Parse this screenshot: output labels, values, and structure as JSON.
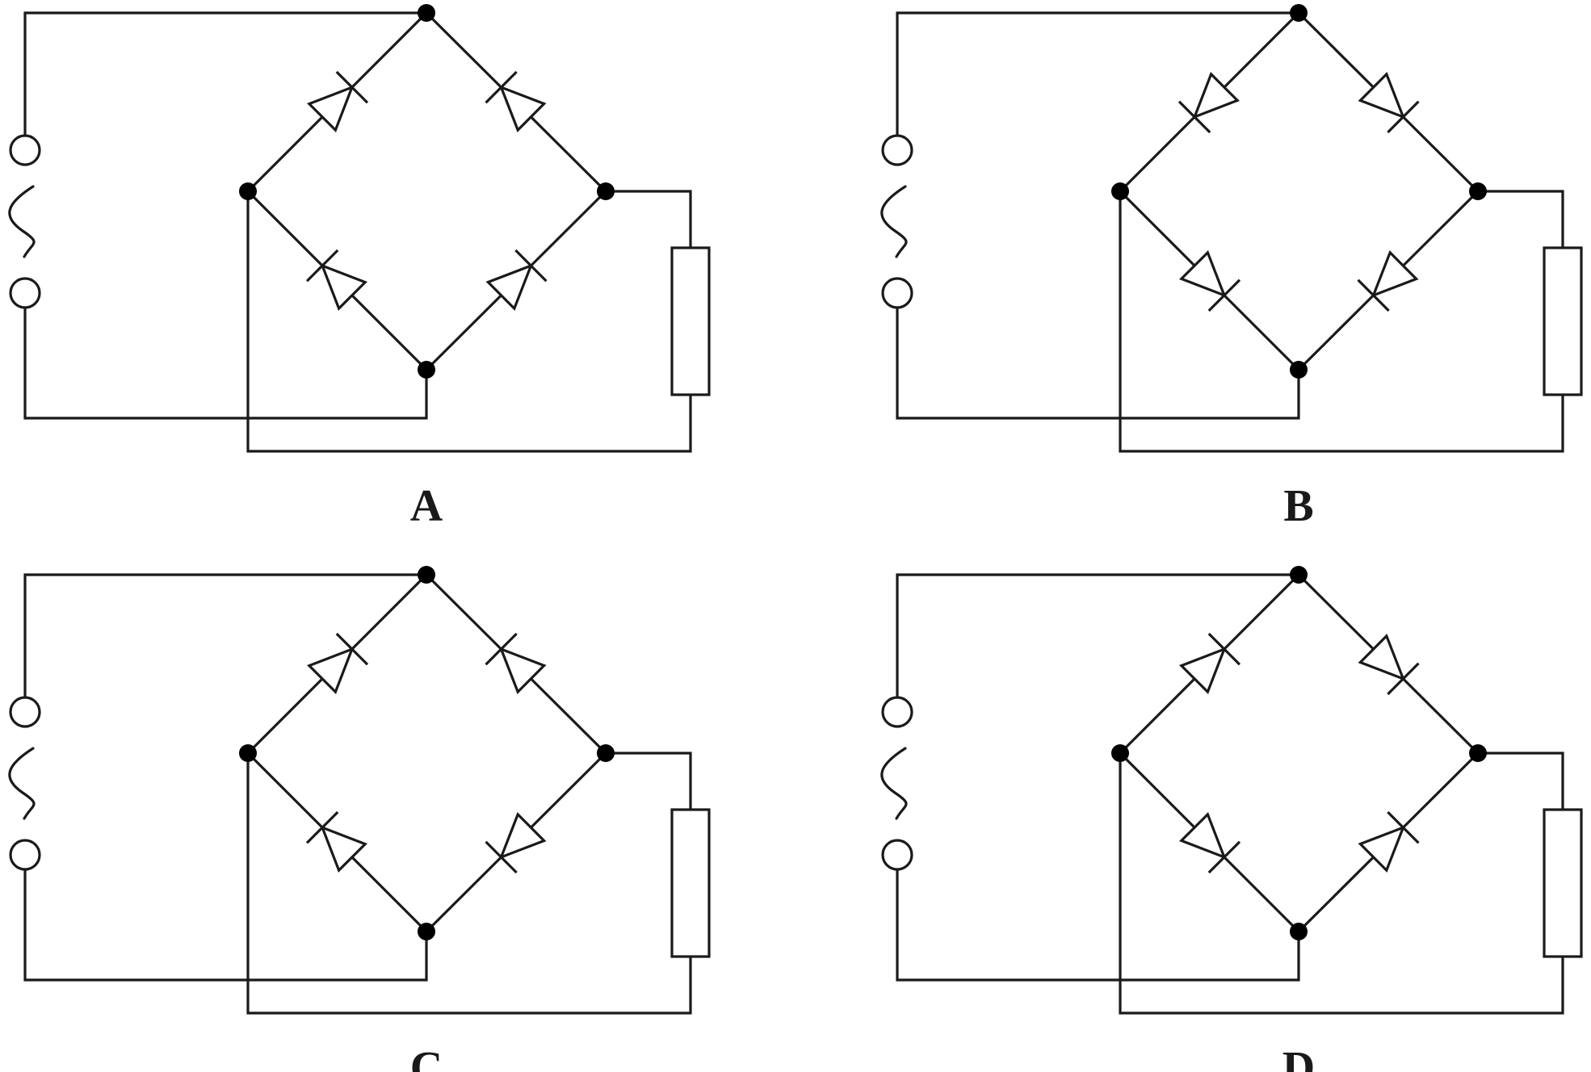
{
  "panels": [
    {
      "id": "A",
      "label": "A",
      "diodes": [
        "fwd",
        "rev",
        "rev",
        "fwd"
      ]
    },
    {
      "id": "B",
      "label": "B",
      "diodes": [
        "rev",
        "fwd",
        "fwd",
        "rev"
      ]
    },
    {
      "id": "C",
      "label": "C",
      "diodes": [
        "fwd",
        "rev",
        "rev",
        "rev"
      ]
    },
    {
      "id": "D",
      "label": "D",
      "diodes": [
        "fwd",
        "fwd",
        "fwd",
        "fwd"
      ]
    }
  ],
  "colors": {
    "ink": "#1a1a1a",
    "node": "#000000",
    "background": "#ffffff"
  }
}
